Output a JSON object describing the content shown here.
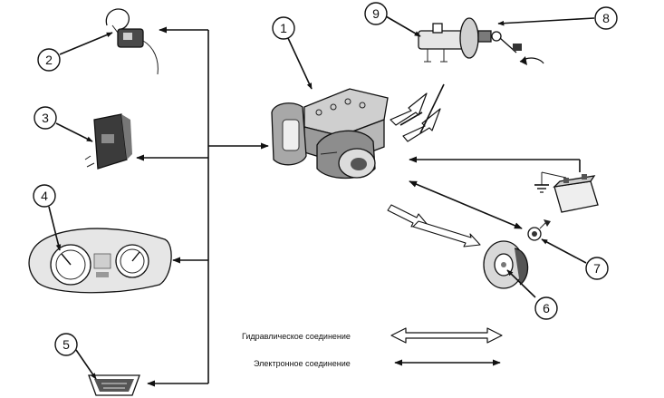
{
  "callouts": {
    "c1": "1",
    "c2": "2",
    "c3": "3",
    "c4": "4",
    "c5": "5",
    "c6": "6",
    "c7": "7",
    "c8": "8",
    "c9": "9"
  },
  "legend": {
    "hydraulic": "Гидравлическое соединение",
    "electronic": "Электронное соединение"
  },
  "colors": {
    "ink": "#111111",
    "component_fill": "#bdbdbd",
    "component_dark": "#4a4a4a",
    "hydraulic_arrow_fill": "#ffffff"
  },
  "icons": {
    "abs-module": "hydro-electronic ABS unit",
    "ignition-switch": "ignition switch with key",
    "relay": "relay / control block",
    "instrument-cluster": "dashboard instrument cluster",
    "diagnostic-connector": "OBD diagnostic connector",
    "brake-disc": "brake disc with wheel speed rotor",
    "wheel-sensor": "wheel speed sensor",
    "brake-light-switch": "brake pedal light switch",
    "master-cylinder": "brake master cylinder with booster",
    "battery": "battery with ground"
  }
}
